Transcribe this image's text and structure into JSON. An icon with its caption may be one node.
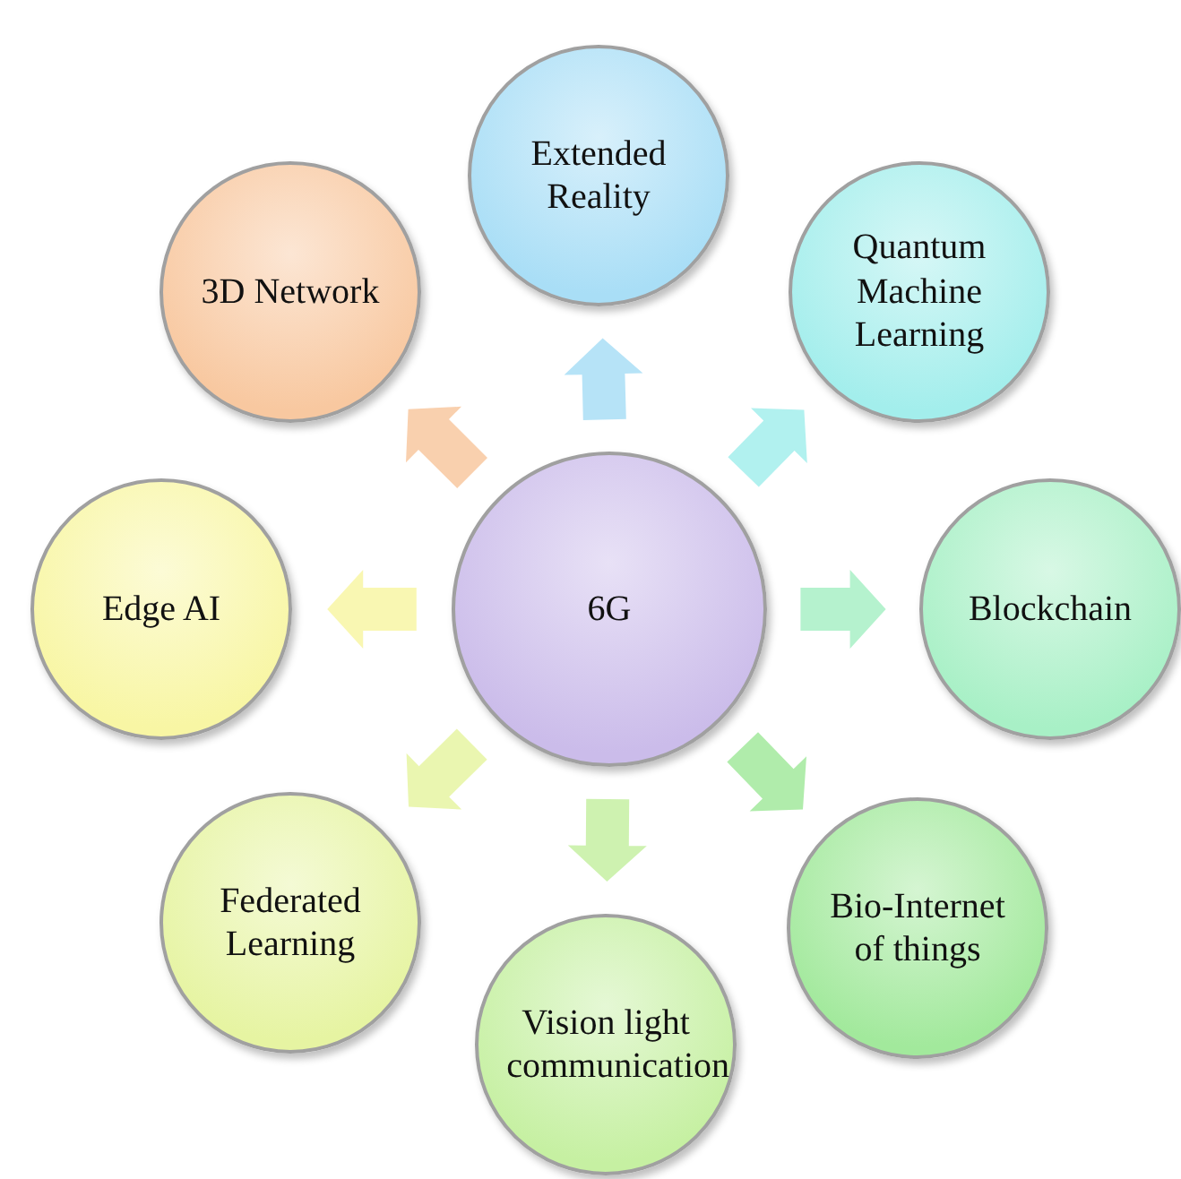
{
  "diagram": {
    "nodes": [
      {
        "text": [
          "6G"
        ]
      },
      {
        "text": [
          "Extended Reality"
        ]
      },
      {
        "text": [
          "Quantum Machine Learning"
        ]
      },
      {
        "text": [
          "Blockchain"
        ]
      },
      {
        "text": [
          "Bio-Internet of things"
        ]
      },
      {
        "text": [
          "Vision light communication"
        ]
      },
      {
        "text": [
          "Federated Learning"
        ]
      },
      {
        "text": [
          "Edge AI"
        ]
      },
      {
        "text": [
          "3D Network"
        ]
      }
    ],
    "edges": [
      {
        "from": 0,
        "to": 1,
        "arrow": "to",
        "color": "#a9def6"
      },
      {
        "from": 0,
        "to": 2,
        "arrow": "to",
        "color": "#a3eeec"
      },
      {
        "from": 0,
        "to": 3,
        "arrow": "to",
        "color": "#a8f0c6"
      },
      {
        "from": 0,
        "to": 4,
        "arrow": "to",
        "color": "#a2e99c"
      },
      {
        "from": 0,
        "to": 5,
        "arrow": "to",
        "color": "#c6f0a2"
      },
      {
        "from": 0,
        "to": 6,
        "arrow": "to",
        "color": "#e6f4a2"
      },
      {
        "from": 0,
        "to": 7,
        "arrow": "to",
        "color": "#f8f6a4"
      },
      {
        "from": 0,
        "to": 8,
        "arrow": "to",
        "color": "#f8c8a0"
      }
    ]
  }
}
